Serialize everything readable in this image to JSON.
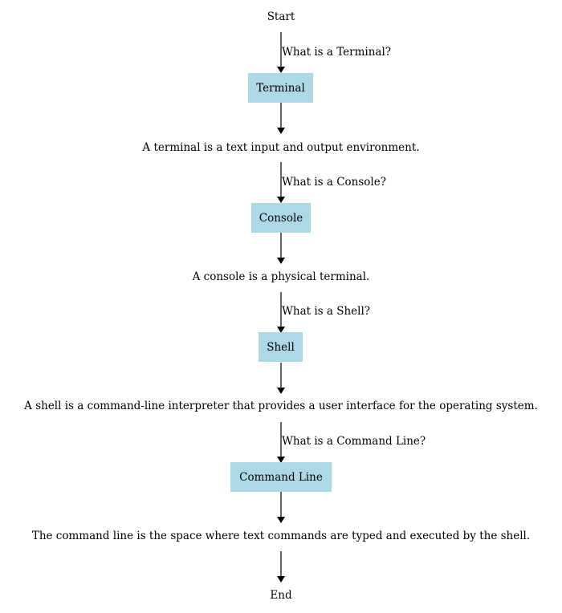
{
  "diagram": {
    "start": "Start",
    "end": "End",
    "steps": [
      {
        "question": "What is a Terminal?",
        "node": "Terminal",
        "answer": "A terminal is a text input and output environment."
      },
      {
        "question": "What is a Console?",
        "node": "Console",
        "answer": "A console is a physical terminal."
      },
      {
        "question": "What is a Shell?",
        "node": "Shell",
        "answer": "A shell is a command-line interpreter that provides a user interface for the operating system."
      },
      {
        "question": "What is a Command Line?",
        "node": "Command Line",
        "answer": "The command line is the space where text commands are typed and executed by the shell."
      }
    ],
    "colors": {
      "node_fill": "#add8e6",
      "edge": "#000000"
    }
  }
}
